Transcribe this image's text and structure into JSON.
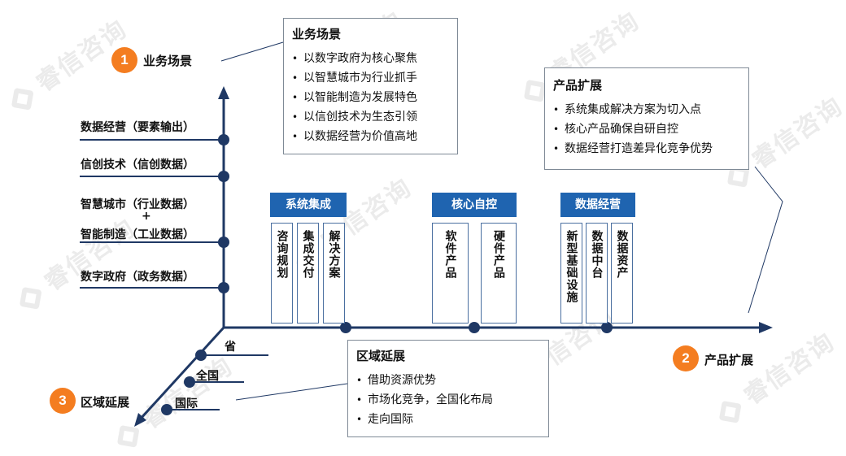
{
  "watermark": "睿信咨询",
  "dimensions": [
    {
      "num": "1",
      "label": "业务场景"
    },
    {
      "num": "2",
      "label": "产品扩展"
    },
    {
      "num": "3",
      "label": "区域延展"
    }
  ],
  "business_box": {
    "title": "业务场景",
    "items": [
      "以数字政府为核心聚焦",
      "以智慧城市为行业抓手",
      "以智能制造为发展特色",
      "以信创技术为生态引领",
      "以数据经营为价值高地"
    ]
  },
  "product_box": {
    "title": "产品扩展",
    "items": [
      "系统集成解决方案为切入点",
      "核心产品确保自研自控",
      "数据经营打造差异化竞争优势"
    ]
  },
  "region_box": {
    "title": "区域延展",
    "items": [
      "借助资源优势",
      "市场化竞争，全国化布局",
      "走向国际"
    ]
  },
  "y_axis_labels": {
    "data_ops": "数据经营（要素输出）",
    "xinchuang": "信创技术（信创数据）",
    "smart_city": "智慧城市（行业数据）",
    "plus": "+",
    "smart_mfg": "智能制造（工业数据）",
    "digital_gov": "数字政府（政务数据）"
  },
  "product_groups": [
    {
      "header": "系统集成",
      "columns": [
        "咨询规划",
        "集成交付",
        "解决方案"
      ]
    },
    {
      "header": "核心自控",
      "columns": [
        "软件产品",
        "硬件产品"
      ]
    },
    {
      "header": "数据经营",
      "columns": [
        "新型基础设施",
        "数据中台",
        "数据资产"
      ]
    }
  ],
  "regions": [
    "省",
    "全国",
    "国际"
  ],
  "colors": {
    "axis": "#1f3864",
    "accent": "#f47d20",
    "header": "#1f64b0",
    "box_border": "#7f8a96"
  }
}
